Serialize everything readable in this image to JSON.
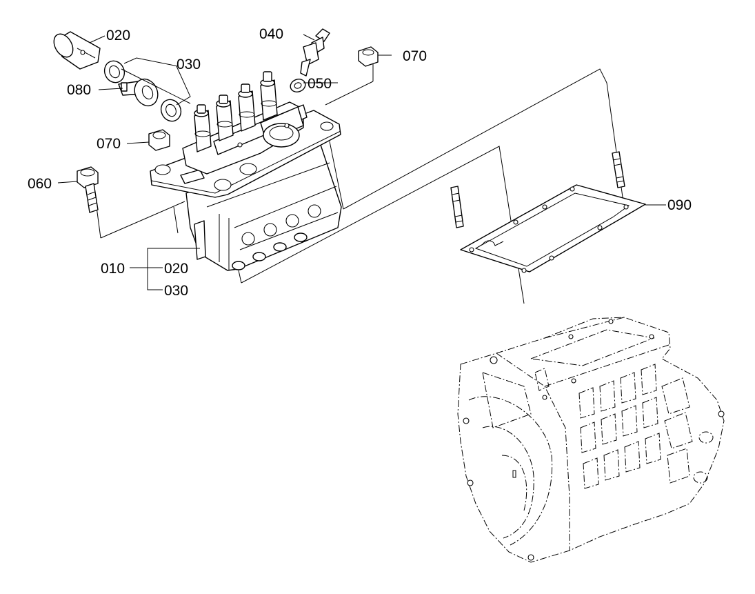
{
  "callouts": {
    "c010": "010",
    "c020_top": "020",
    "c020_group": "020",
    "c030_top": "030",
    "c030_group": "030",
    "c040": "040",
    "c050": "050",
    "c060": "060",
    "c070_top": "070",
    "c070_left": "070",
    "c080": "080",
    "c090": "090"
  }
}
